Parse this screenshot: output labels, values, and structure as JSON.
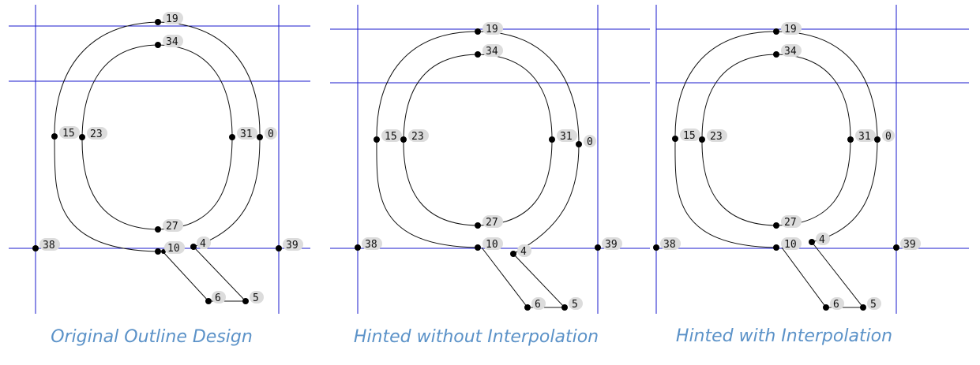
{
  "panels": [
    {
      "caption": "Original Outline Design",
      "labels": {
        "p19": "19",
        "p34": "34",
        "p15": "15",
        "p23": "23",
        "p31": "31",
        "p0": "0",
        "p27": "27",
        "p10": "10",
        "p4": "4",
        "p6": "6",
        "p5": "5",
        "p38": "38",
        "p39": "39"
      }
    },
    {
      "caption": "Hinted without Interpolation",
      "labels": {
        "p19": "19",
        "p34": "34",
        "p15": "15",
        "p23": "23",
        "p31": "31",
        "p0": "0",
        "p27": "27",
        "p10": "10",
        "p4": "4",
        "p6": "6",
        "p5": "5",
        "p38": "38",
        "p39": "39"
      }
    },
    {
      "caption": "Hinted with Interpolation",
      "labels": {
        "p19": "19",
        "p34": "34",
        "p15": "15",
        "p23": "23",
        "p31": "31",
        "p0": "0",
        "p27": "27",
        "p10": "10",
        "p4": "4",
        "p6": "6",
        "p5": "5",
        "p38": "38",
        "p39": "39"
      }
    }
  ],
  "colors": {
    "grid_line": "#1a1acc",
    "outline": "#111111",
    "point": "#000000",
    "label_background": "#dcdcdc",
    "caption": "#5b92c8"
  }
}
